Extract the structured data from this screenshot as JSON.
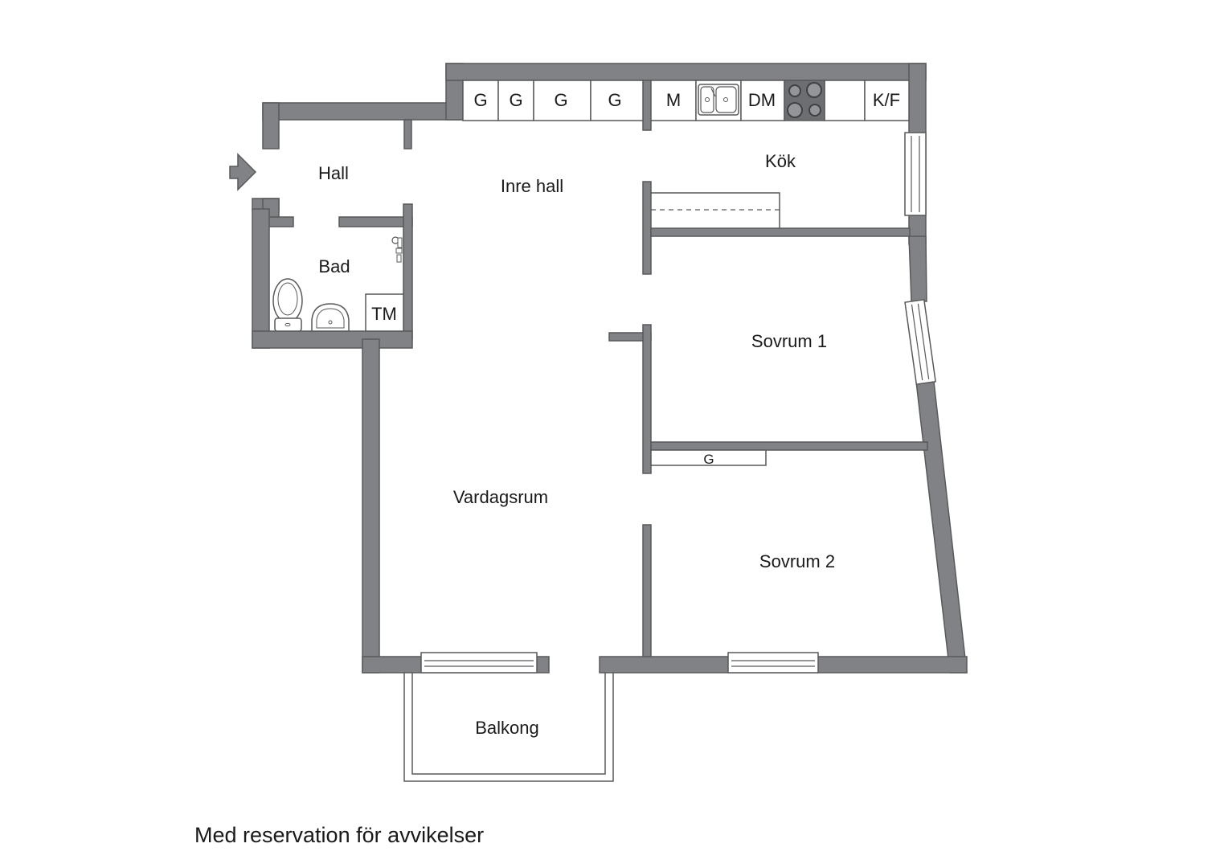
{
  "rooms": {
    "hall": "Hall",
    "inre_hall": "Inre hall",
    "kok": "Kök",
    "bad": "Bad",
    "sovrum1": "Sovrum 1",
    "sovrum2": "Sovrum 2",
    "vardagsrum": "Vardagsrum",
    "balkong": "Balkong"
  },
  "fixtures": {
    "g1": "G",
    "g2": "G",
    "g3": "G",
    "g4": "G",
    "m": "M",
    "dm": "DM",
    "kf": "K/F",
    "tm": "TM",
    "g_sovrum": "G"
  },
  "disclaimer": "Med reservation för avvikelser",
  "colors": {
    "wall": "#808285",
    "outline": "#58595b",
    "background": "#ffffff"
  }
}
